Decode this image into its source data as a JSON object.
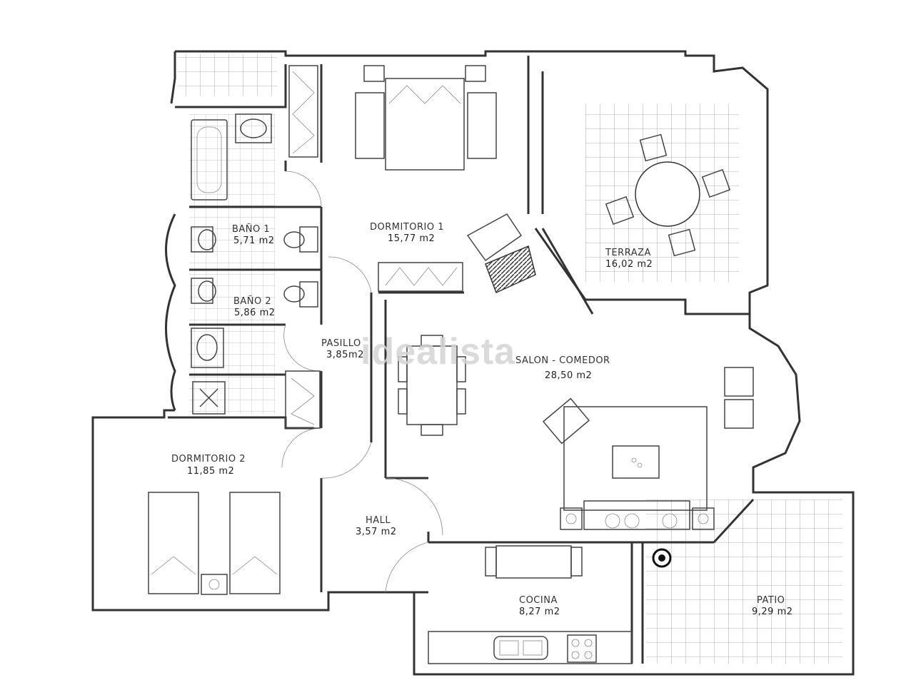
{
  "watermark": "idealista",
  "rooms": {
    "bano1": {
      "name": "BAÑO  1",
      "area": "5,71  m2"
    },
    "bano2": {
      "name": "BAÑO  2",
      "area": "5,86  m2"
    },
    "dormitorio1": {
      "name": "DORMITORIO  1",
      "area": "15,77  m2"
    },
    "terraza": {
      "name": "TERRAZA",
      "area": "16,02  m2"
    },
    "pasillo": {
      "name": "PASILLO",
      "area": "3,85m2"
    },
    "salon": {
      "name": "SALON - COMEDOR",
      "area": "28,50  m2"
    },
    "dormitorio2": {
      "name": "DORMITORIO  2",
      "area": "11,85  m2"
    },
    "hall": {
      "name": "HALL",
      "area": "3,57  m2"
    },
    "cocina": {
      "name": "COCINA",
      "area": "8,27  m2"
    },
    "patio": {
      "name": "PATIO",
      "area": "9,29  m2"
    }
  }
}
